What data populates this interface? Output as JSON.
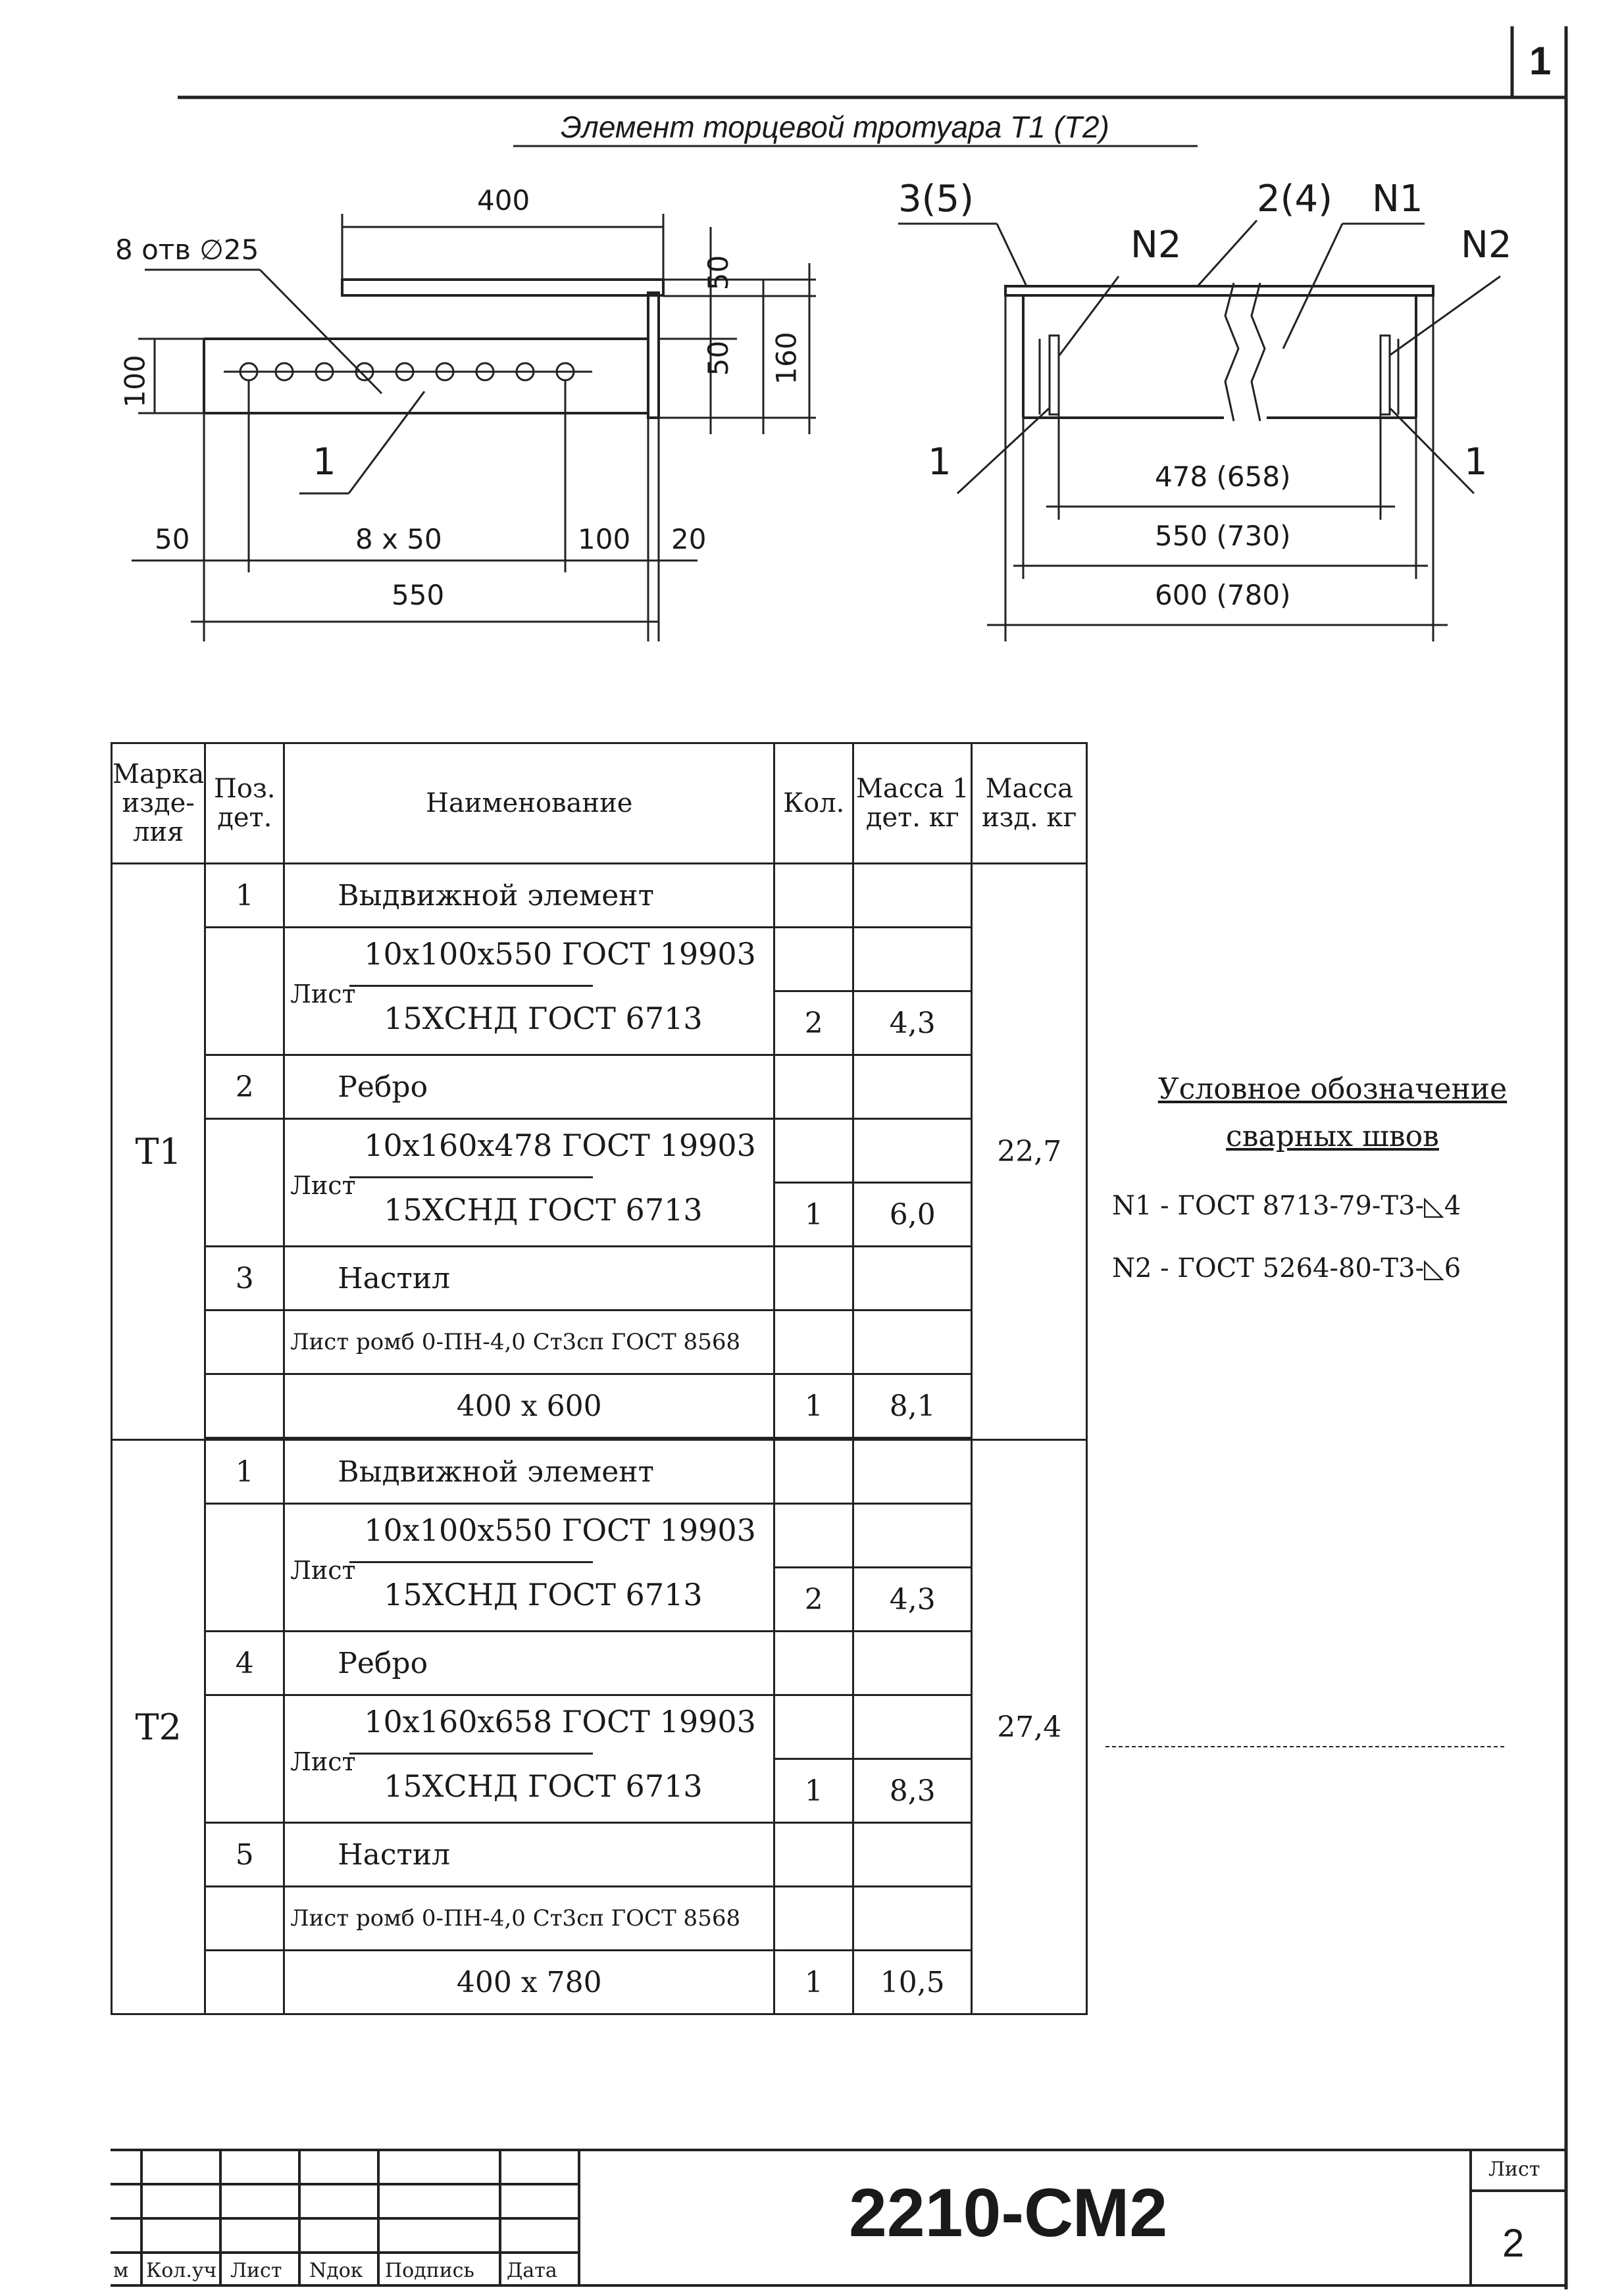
{
  "sheet_number_top": "1",
  "title": "Элемент торцевой тротуара Т1 (Т2)",
  "drawing_left": {
    "dims": {
      "d400": "400",
      "holes": "8 отв ∅25",
      "d50a": "50",
      "d50b": "50",
      "d160": "160",
      "d100": "100",
      "pos1": "1",
      "d50c": "50",
      "d8x50": "8 x 50",
      "d100b": "100",
      "d20": "20",
      "d550": "550"
    }
  },
  "drawing_right": {
    "labels": {
      "l35": "3(5)",
      "l24": "2(4)",
      "n1": "N1",
      "n2a": "N2",
      "n2b": "N2",
      "p1a": "1",
      "p1b": "1",
      "d478": "478 (658)",
      "d550": "550 (730)",
      "d600": "600 (780)"
    }
  },
  "table": {
    "headers": {
      "mark": "Марка изде-лия",
      "pos": "Поз. дет.",
      "name": "Наименование",
      "qty": "Кол.",
      "mass1": "Масса 1 дет. кг",
      "mass_total": "Масса изд. кг"
    },
    "groups": [
      {
        "mark": "Т1",
        "mass_total": "22,7",
        "rows": [
          {
            "pos": "1",
            "name": "Выдвижной элемент"
          },
          {
            "sheet_label": "Лист",
            "sheet_top": "10x100x550 ГОСТ 19903",
            "sheet_bottom": "15ХСНД ГОСТ 6713",
            "qty": "2",
            "mass": "4,3"
          },
          {
            "pos": "2",
            "name": "Ребро"
          },
          {
            "sheet_label": "Лист",
            "sheet_top": "10x160x478 ГОСТ 19903",
            "sheet_bottom": "15ХСНД ГОСТ 6713",
            "qty": "1",
            "mass": "6,0"
          },
          {
            "pos": "3",
            "name": "Настил"
          },
          {
            "material": "Лист ромб 0-ПН-4,0 Ст3сп ГОСТ 8568"
          },
          {
            "size": "400 x 600",
            "qty": "1",
            "mass": "8,1"
          }
        ]
      },
      {
        "mark": "Т2",
        "mass_total": "27,4",
        "rows": [
          {
            "pos": "1",
            "name": "Выдвижной элемент"
          },
          {
            "sheet_label": "Лист",
            "sheet_top": "10x100x550 ГОСТ 19903",
            "sheet_bottom": "15ХСНД ГОСТ 6713",
            "qty": "2",
            "mass": "4,3"
          },
          {
            "pos": "4",
            "name": "Ребро"
          },
          {
            "sheet_label": "Лист",
            "sheet_top": "10x160x658 ГОСТ 19903",
            "sheet_bottom": "15ХСНД ГОСТ 6713",
            "qty": "1",
            "mass": "8,3"
          },
          {
            "pos": "5",
            "name": "Настил"
          },
          {
            "material": "Лист ромб 0-ПН-4,0 Ст3сп ГОСТ 8568"
          },
          {
            "size": "400 x 780",
            "qty": "1",
            "mass": "10,5"
          }
        ]
      }
    ]
  },
  "legend": {
    "title_line1": "Условное обозначение",
    "title_line2": "сварных швов",
    "items": [
      "N1 - ГОСТ 8713-79-Т3-◺4",
      "N2 - ГОСТ 5264-80-Т3-◺6"
    ]
  },
  "title_block": {
    "labels": [
      "м",
      "Кол.уч",
      "Лист",
      "Nдок",
      "Подпись",
      "Дата"
    ],
    "code": "2210-СМ2",
    "sheet_label": "Лист",
    "sheet_value": "2"
  }
}
